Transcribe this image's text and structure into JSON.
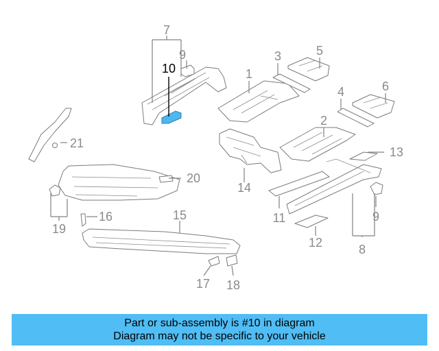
{
  "diagram": {
    "highlighted_part": "10",
    "callouts": {
      "c1": "1",
      "c2": "2",
      "c3": "3",
      "c4": "4",
      "c5": "5",
      "c6": "6",
      "c7": "7",
      "c8": "8",
      "c9a": "9",
      "c9b": "9",
      "c10": "10",
      "c11": "11",
      "c12": "12",
      "c13": "13",
      "c14": "14",
      "c15": "15",
      "c16": "16",
      "c17": "17",
      "c18": "18",
      "c19": "19",
      "c20": "20",
      "c21": "21"
    },
    "colors": {
      "highlight": "#4fb7ef",
      "banner": "#50bdf5",
      "lines": "#808080"
    }
  },
  "banner": {
    "line1": "Part or sub-assembly is #10 in diagram",
    "line2": "Diagram may not be specific to your vehicle"
  }
}
